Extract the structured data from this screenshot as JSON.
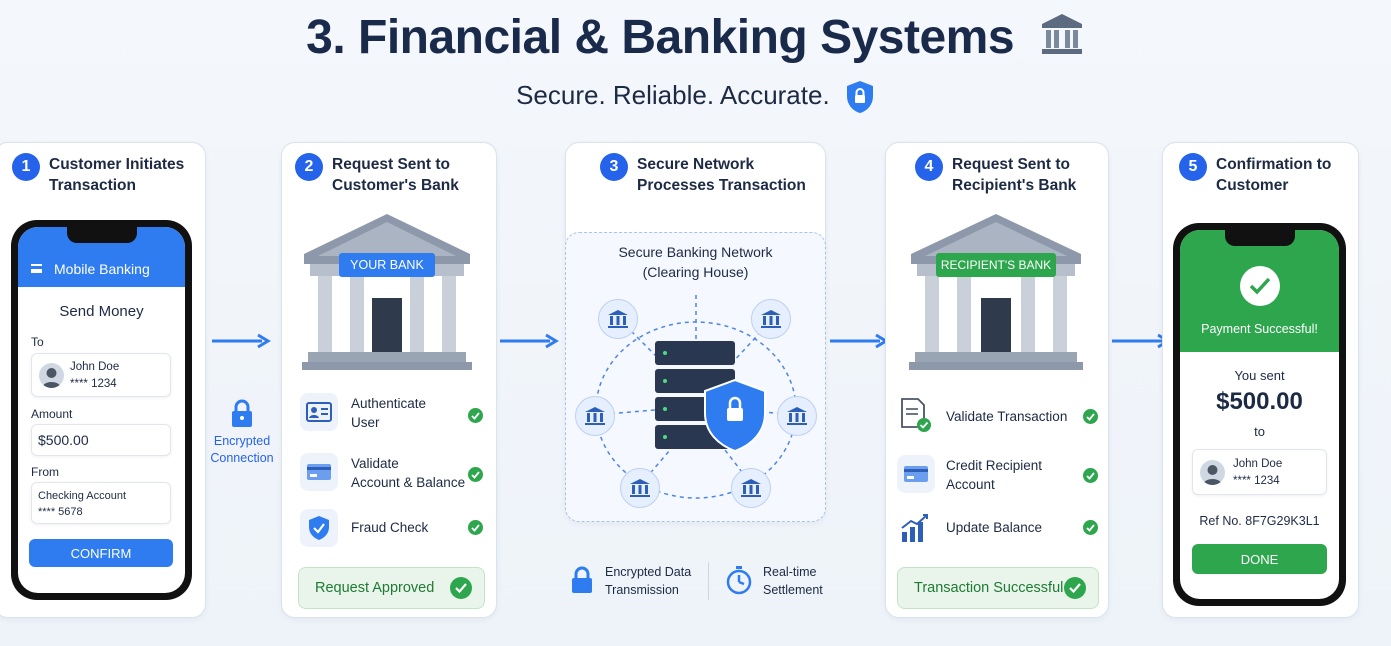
{
  "header": {
    "title": "3. Financial & Banking Systems",
    "subtitle": "Secure. Reliable. Accurate."
  },
  "colors": {
    "primary": "#2563eb",
    "success": "#2ea64e",
    "dark": "#1a2a4a"
  },
  "steps": [
    {
      "num": "1",
      "title_line1": "Customer Initiates",
      "title_line2": "Transaction"
    },
    {
      "num": "2",
      "title_line1": "Request Sent to",
      "title_line2": "Customer's Bank"
    },
    {
      "num": "3",
      "title_line1": "Secure Network",
      "title_line2": "Processes Transaction"
    },
    {
      "num": "4",
      "title_line1": "Request Sent to",
      "title_line2": "Recipient's Bank"
    },
    {
      "num": "5",
      "title_line1": "Confirmation to",
      "title_line2": "Customer"
    }
  ],
  "phone1": {
    "app_title": "Mobile Banking",
    "screen_title": "Send Money",
    "to_label": "To",
    "recipient_name": "John Doe",
    "recipient_account": "**** 1234",
    "amount_label": "Amount",
    "amount_value": "$500.00",
    "from_label": "From",
    "from_account_name": "Checking Account",
    "from_account_number": "**** 5678",
    "confirm_label": "CONFIRM"
  },
  "connector": {
    "line1": "Encrypted",
    "line2": "Connection"
  },
  "bank1": {
    "sign": "YOUR BANK",
    "checks": [
      {
        "icon": "id-card-icon",
        "line1": "Authenticate",
        "line2": "User"
      },
      {
        "icon": "card-icon",
        "line1": "Validate",
        "line2": "Account & Balance"
      },
      {
        "icon": "shield-check-icon",
        "line1": "Fraud Check",
        "line2": ""
      }
    ],
    "status": "Request Approved"
  },
  "network": {
    "title_line1": "Secure Banking Network",
    "title_line2": "(Clearing House)",
    "footer_left_line1": "Encrypted Data",
    "footer_left_line2": "Transmission",
    "footer_right_line1": "Real-time",
    "footer_right_line2": "Settlement"
  },
  "bank2": {
    "sign": "RECIPIENT'S BANK",
    "checks": [
      {
        "icon": "document-check-icon",
        "line1": "Validate Transaction",
        "line2": ""
      },
      {
        "icon": "card-icon",
        "line1": "Credit Recipient",
        "line2": "Account"
      },
      {
        "icon": "chart-icon",
        "line1": "Update Balance",
        "line2": ""
      }
    ],
    "status": "Transaction Successful"
  },
  "phone2": {
    "success_text": "Payment Successful!",
    "you_sent": "You sent",
    "amount": "$500.00",
    "to_word": "to",
    "recipient_name": "John Doe",
    "recipient_account": "**** 1234",
    "ref": "Ref No. 8F7G29K3L1",
    "done_label": "DONE"
  }
}
